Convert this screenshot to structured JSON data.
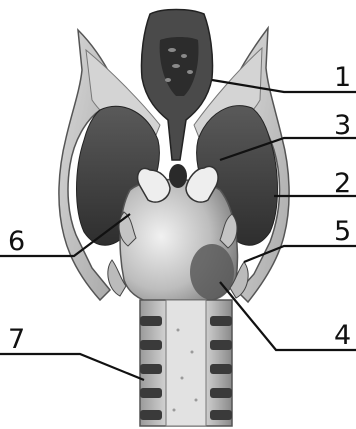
{
  "diagram": {
    "callouts": [
      {
        "id": "1",
        "label": "1"
      },
      {
        "id": "2",
        "label": "2"
      },
      {
        "id": "3",
        "label": "3"
      },
      {
        "id": "4",
        "label": "4"
      },
      {
        "id": "5",
        "label": "5"
      },
      {
        "id": "6",
        "label": "6"
      },
      {
        "id": "7",
        "label": "7"
      }
    ],
    "colors": {
      "ink": "#111111",
      "dark_tissue": "#3c3c3c",
      "mid_tissue": "#8e8e8e",
      "light_tissue": "#cdcdcd",
      "pale_tissue": "#e9e9e9"
    }
  }
}
